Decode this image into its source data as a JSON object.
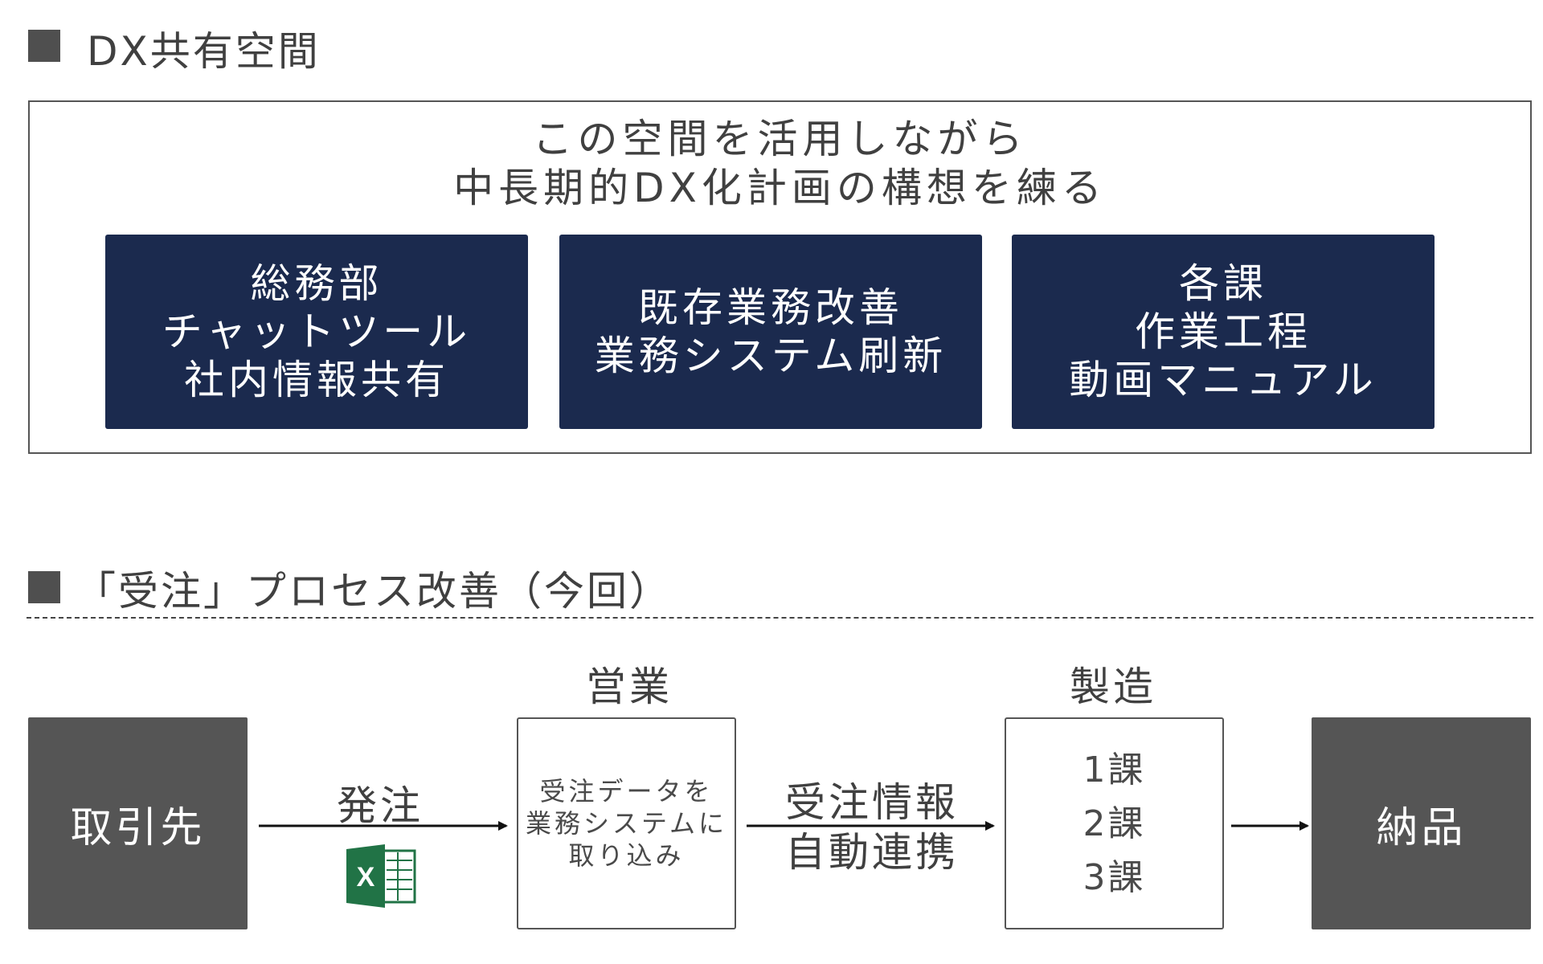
{
  "section1": {
    "heading": "DX共有空間",
    "intro": [
      "この空間を活用しながら",
      "中長期的DX化計画の構想を練る"
    ],
    "cards": [
      {
        "lines": [
          "総務部",
          "チャットツール",
          "社内情報共有"
        ]
      },
      {
        "lines": [
          "既存業務改善",
          "業務システム刷新"
        ]
      },
      {
        "lines": [
          "各課",
          "作業工程",
          "動画マニュアル"
        ]
      }
    ]
  },
  "section2": {
    "heading": "「受注」プロセス改善（今回）",
    "client": "取引先",
    "order_label": "発注",
    "excel_letter": "X",
    "sales_label": "営業",
    "sales_box": [
      "受注データを",
      "業務システムに",
      "取り込み"
    ],
    "link_label": [
      "受注情報",
      "自動連携"
    ],
    "mfg_label": "製造",
    "mfg_box": [
      "1課",
      "2課",
      "3課"
    ],
    "delivery": "納品"
  },
  "colors": {
    "navy": "#1b2a4e",
    "gray_box": "#555555",
    "excel_green": "#217346"
  }
}
